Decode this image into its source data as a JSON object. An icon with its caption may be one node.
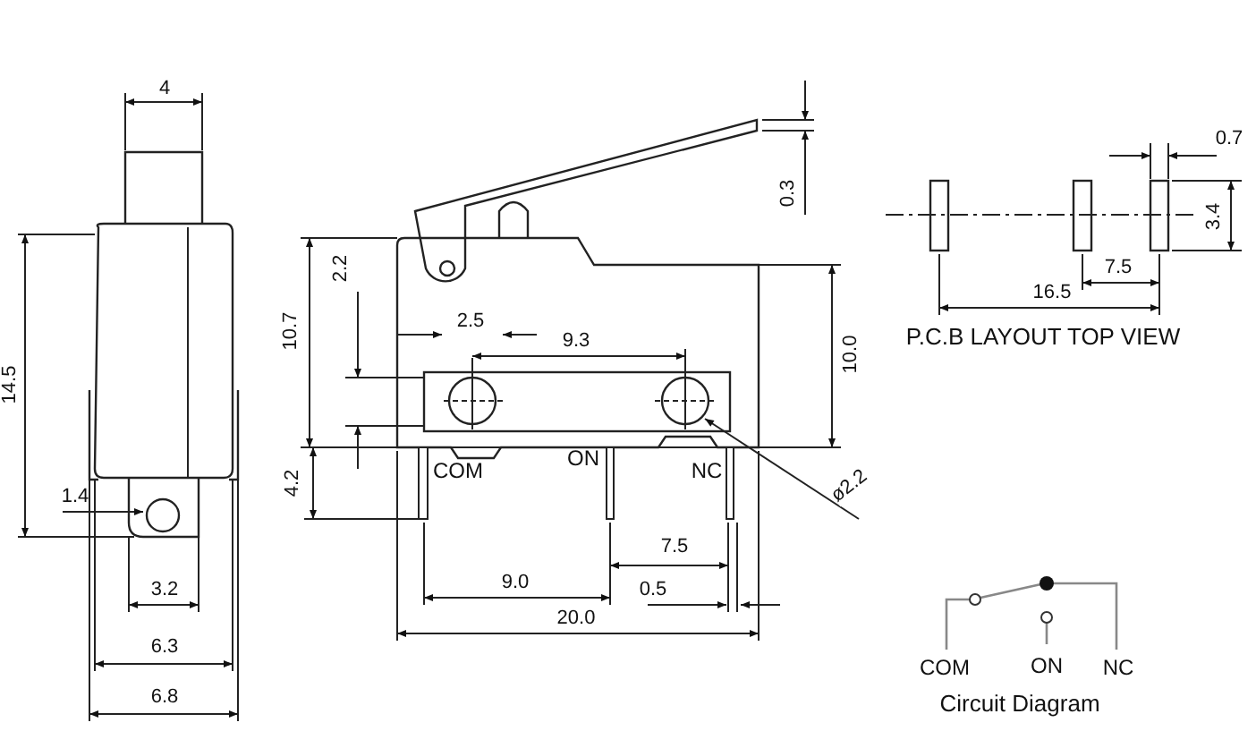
{
  "diagram": {
    "labels": [
      "4",
      "14.5",
      "1.4",
      "3.2",
      "6.3",
      "6.8",
      "0.3",
      "10.7",
      "2.2",
      "2.5",
      "9.3",
      "10.0",
      "4.2",
      "COM",
      "ON",
      "NC",
      "ø2.2",
      "7.5",
      "9.0",
      "0.5",
      "20.0",
      "0.7",
      "3.4",
      "7.5",
      "16.5",
      "P.C.B LAYOUT TOP VIEW",
      "COM",
      "ON",
      "NC",
      "Circuit Diagram"
    ]
  }
}
